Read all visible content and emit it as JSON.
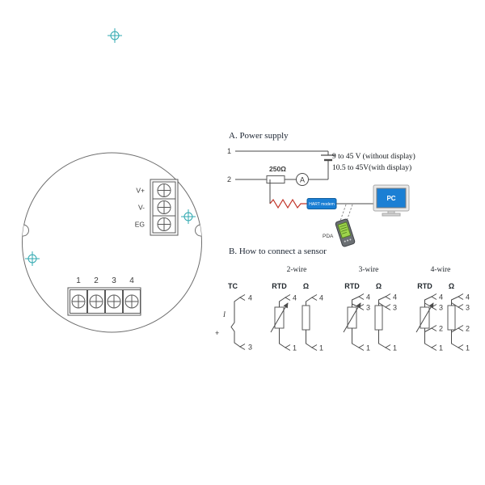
{
  "transmitter": {
    "side_block": {
      "labels": [
        "V+",
        "V-",
        "EG"
      ]
    },
    "bottom_block": {
      "labels": [
        "1",
        "2",
        "3",
        "4"
      ]
    }
  },
  "power": {
    "heading": "A. Power supply",
    "terminal1": "1",
    "terminal2": "2",
    "resistor": "250Ω",
    "ammeter": "A",
    "voltage1": "9 to 45 V (without display)",
    "voltage2": "10.5 to 45V(with display)",
    "hart_modem": "HART modem",
    "pc": "PC",
    "pda": "PDA"
  },
  "sensors": {
    "heading": "B. How to connect a sensor",
    "columns": [
      "2-wire",
      "3-wire",
      "4-wire"
    ],
    "tc": {
      "label": "TC",
      "plus": "+",
      "current": "I",
      "terminals": [
        "4",
        "3"
      ]
    },
    "w2": {
      "rtd": "RTD",
      "ohm": "Ω",
      "rtd_terminals": [
        "4",
        "1"
      ],
      "ohm_terminals": [
        "4",
        "1"
      ]
    },
    "w3": {
      "rtd": "RTD",
      "ohm": "Ω",
      "rtd_terminals": [
        "4",
        "3",
        "1"
      ],
      "ohm_terminals": [
        "4",
        "3",
        "1"
      ]
    },
    "w4": {
      "rtd": "RTD",
      "ohm": "Ω",
      "rtd_terminals": [
        "4",
        "3",
        "2",
        "1"
      ],
      "ohm_terminals": [
        "4",
        "3",
        "2",
        "1"
      ]
    }
  },
  "colors": {
    "line_gray": "#4a4a4a",
    "teal": "#2fa8b0",
    "red": "#c23428",
    "blue": "#1b7fd4",
    "pda_green": "#9ed44c"
  }
}
